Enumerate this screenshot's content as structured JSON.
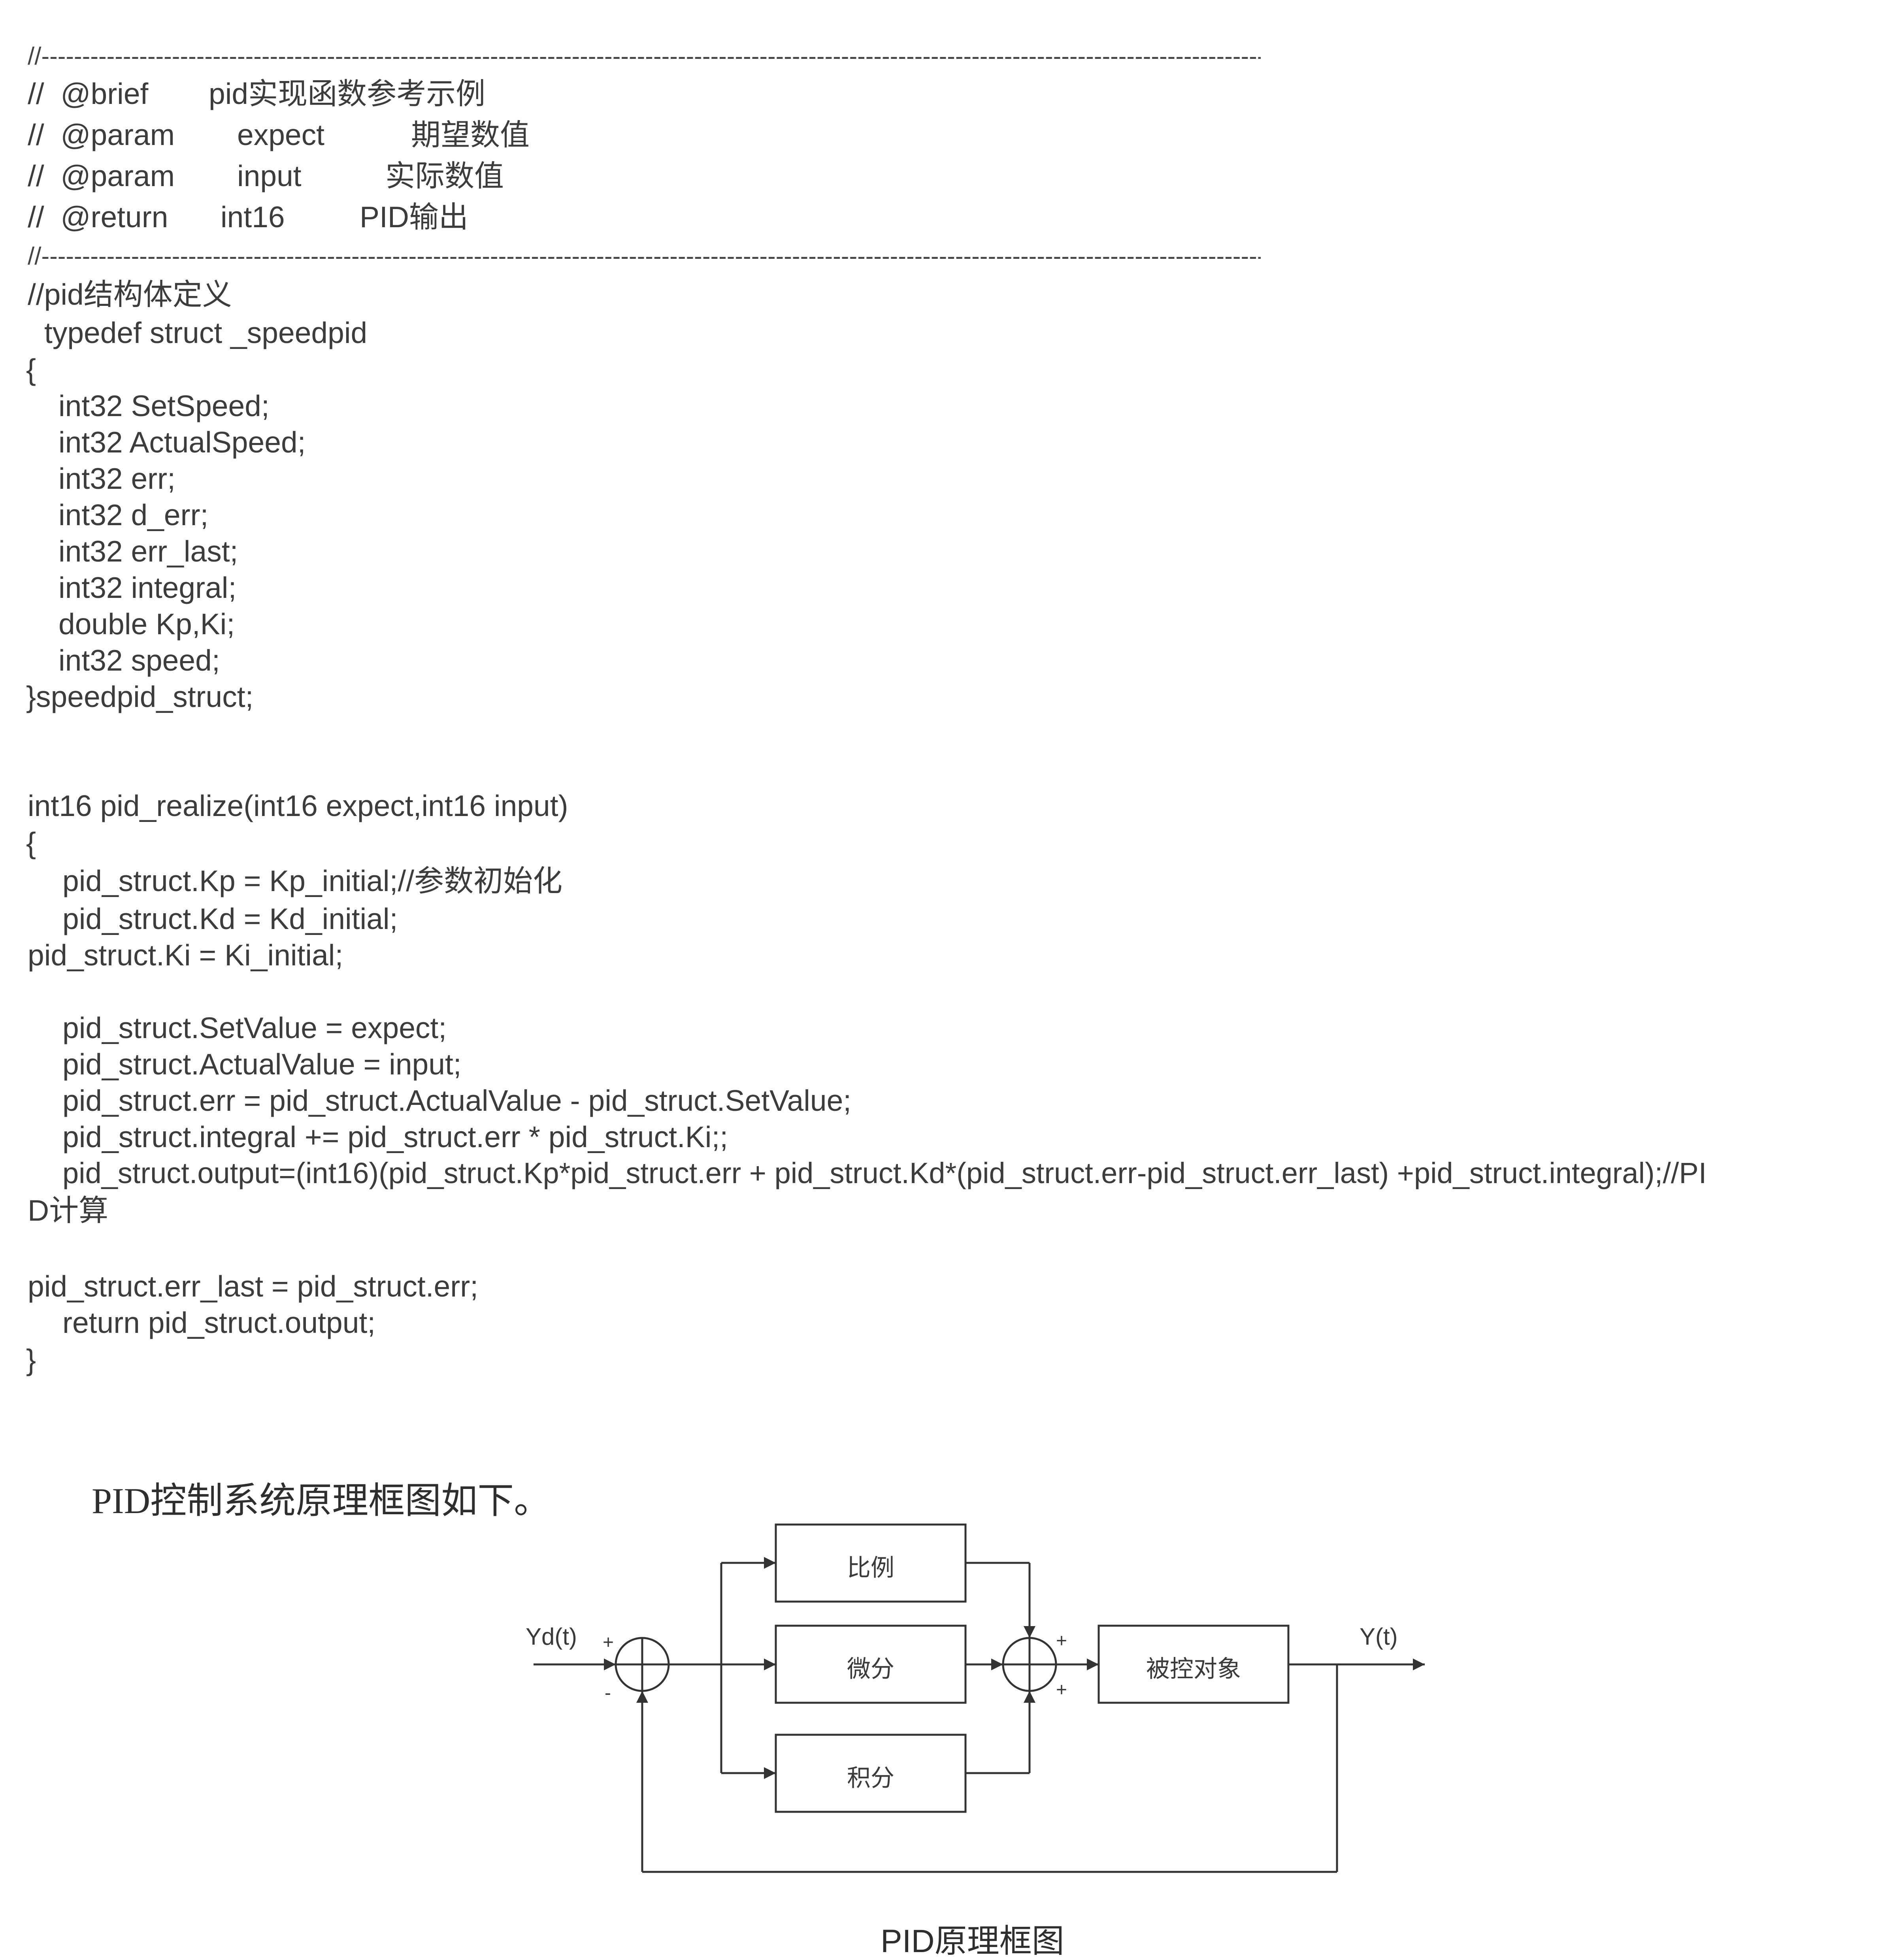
{
  "code": {
    "sep_top": "//------------------------------------------------------------------------------------------------------------------------------------------------------------------------------------------",
    "brief_key": "//  @brief",
    "brief_val": "pid实现函数参考示例",
    "param1_key": "//  @param",
    "param1_name": "expect",
    "param1_desc": "期望数值",
    "param2_key": "//  @param",
    "param2_name": "input",
    "param2_desc": "实际数值",
    "return_key": "//  @return",
    "return_type": "int16",
    "return_desc": "PID输出",
    "sep_bottom": "//------------------------------------------------------------------------------------------------------------------------------------------------------------------------------------------",
    "struct_comment": "//pid结构体定义",
    "struct_typedef": "typedef struct _speedpid",
    "struct_open": "{",
    "struct_fields": [
      "int32 SetSpeed;",
      "int32 ActualSpeed;",
      "int32 err;",
      "int32 d_err;",
      "int32 err_last;",
      "int32 integral;",
      "double Kp,Ki;",
      "int32 speed;"
    ],
    "struct_close": "}speedpid_struct;",
    "func_sig": "int16 pid_realize(int16 expect,int16 input)",
    "func_open": "{",
    "init_kp": "pid_struct.Kp = Kp_initial;//参数初始化",
    "init_kd": "pid_struct.Kd = Kd_initial;",
    "init_ki": "pid_struct.Ki = Ki_initial;",
    "set_value": "pid_struct.SetValue = expect;",
    "actual_value": "pid_struct.ActualValue = input;",
    "err_calc": "pid_struct.err = pid_struct.ActualValue - pid_struct.SetValue;",
    "integral_calc": "pid_struct.integral += pid_struct.err * pid_struct.Ki;;",
    "output_calc": "pid_struct.output=(int16)(pid_struct.Kp*pid_struct.err + pid_struct.Kd*(pid_struct.err-pid_struct.err_last) +pid_struct.integral);//PI",
    "output_wrap": "D计算",
    "err_last_update": "pid_struct.err_last = pid_struct.err;",
    "return_stmt": "return pid_struct.output;",
    "func_close": "}"
  },
  "intro_text": "PID控制系统原理框图如下。",
  "diagram": {
    "input_label": "Yd(t)",
    "output_label": "Y(t)",
    "plus": "+",
    "minus": "-",
    "block_proportional": "比例",
    "block_derivative": "微分",
    "block_integral": "积分",
    "block_plant": "被控对象"
  },
  "caption": "PID原理框图"
}
